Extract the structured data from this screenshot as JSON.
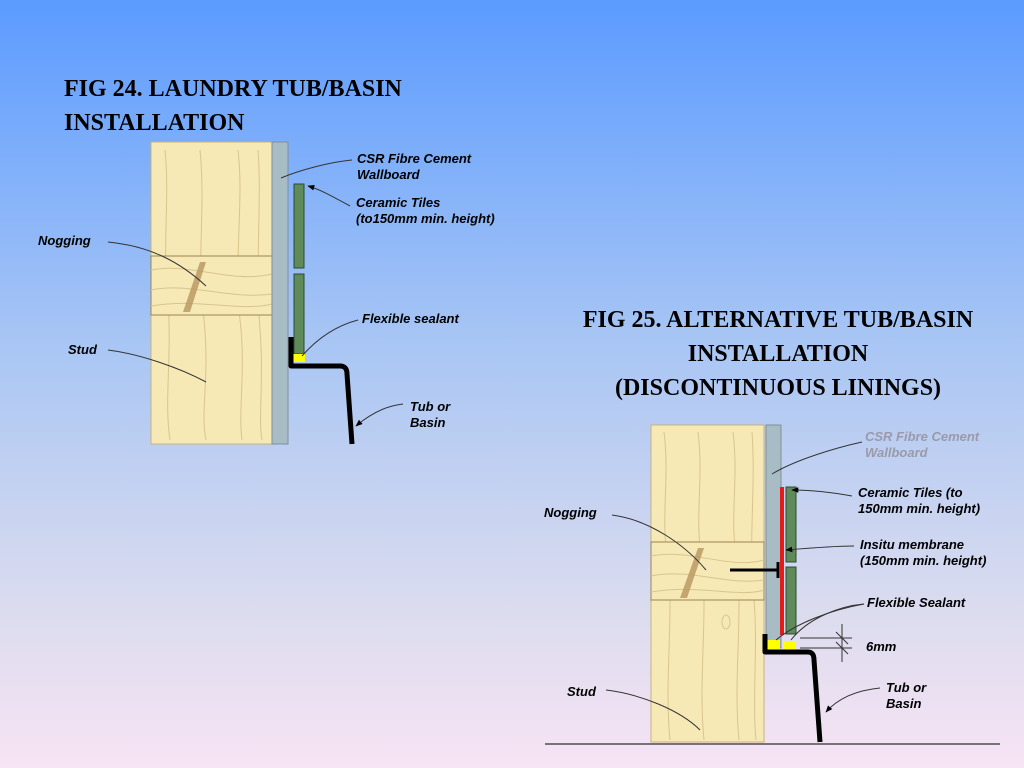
{
  "fig24": {
    "title_line1": "FIG 24. LAUNDRY TUB/BASIN",
    "title_line2": "INSTALLATION",
    "labels": {
      "wallboard_1": "CSR Fibre Cement",
      "wallboard_2": "Wallboard",
      "tiles_1": "Ceramic Tiles",
      "tiles_2": "(to150mm min. height)",
      "nogging": "Nogging",
      "sealant": "Flexible sealant",
      "stud": "Stud",
      "tub_1": "Tub or",
      "tub_2": "Basin"
    }
  },
  "fig25": {
    "title_line1": "FIG 25. ALTERNATIVE TUB/BASIN",
    "title_line2": "INSTALLATION",
    "title_line3": "(DISCONTINUOUS LININGS)",
    "labels": {
      "wallboard_1": "CSR Fibre Cement",
      "wallboard_2": "Wallboard",
      "tiles_1": "Ceramic Tiles (to",
      "tiles_2": "150mm min. height)",
      "membrane_1": "Insitu membrane",
      "membrane_2": "(150mm min. height)",
      "nogging": "Nogging",
      "sealant": "Flexible Sealant",
      "gap": "6mm",
      "stud": "Stud",
      "tub_1": "Tub or",
      "tub_2": "Basin"
    }
  },
  "colors": {
    "timber": "#f6e9b6",
    "tile": "#5f8a5a",
    "wallboard": "#a8bcc6",
    "membrane": "#e41b1b",
    "sealant": "#ffff00"
  }
}
